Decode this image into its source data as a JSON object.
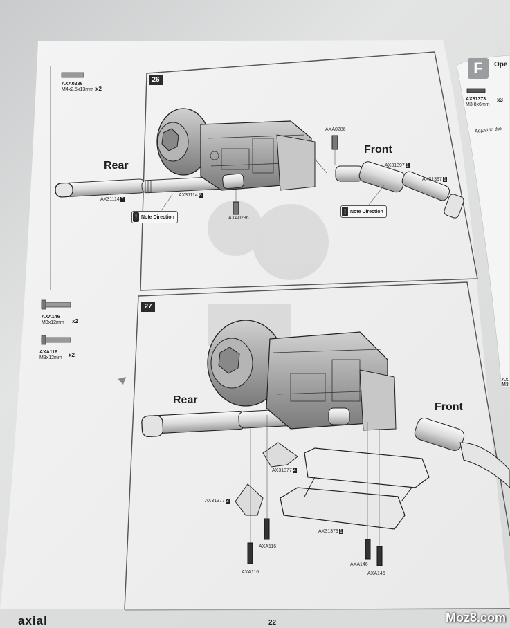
{
  "step26": {
    "number": "26",
    "rear": "Rear",
    "front": "Front",
    "note1": "Note Direction",
    "note2": "Note Direction",
    "labels": {
      "axa0286_top": "AXA0286",
      "ax31397_a": "AX31397",
      "ax31397_b": "AX31397",
      "ax31114_a": "AX31114",
      "ax31114_b": "AX31114",
      "axa0286_bottom": "AXA0286"
    },
    "callouts": {
      "ax31397_a": "1",
      "ax31397_b": "1",
      "ax31114_a": "7",
      "ax31114_b": "8"
    },
    "part": {
      "code": "AXA0286",
      "size": "M4x2.5x13mm",
      "qty": "x2"
    }
  },
  "step27": {
    "number": "27",
    "rear": "Rear",
    "front": "Front",
    "labels": {
      "ax31377_a": "AX31377",
      "ax31377_b": "AX31377",
      "ax31379": "AX31379",
      "axa116_a": "AXA116",
      "axa116_b": "AXA116",
      "axa146_a": "AXA146",
      "axa146_b": "AXA146"
    },
    "callouts": {
      "ax31377_a": "4",
      "ax31377_b": "3",
      "ax31379": "1"
    },
    "parts": [
      {
        "code": "AXA146",
        "size": "M3x12mm",
        "qty": "x2"
      },
      {
        "code": "AXA116",
        "size": "M3x12mm",
        "qty": "x2"
      }
    ]
  },
  "sidebar": {
    "section": "F",
    "title": "Ope",
    "part": {
      "code": "AX31373",
      "size": "M3.8x6mm",
      "qty": "x3"
    },
    "note": "Adjust to the",
    "edge_code": "AX",
    "edge_size": "M3"
  },
  "footer": {
    "brand": "axial",
    "page_number": "22"
  },
  "watermark": "Moz8.com"
}
